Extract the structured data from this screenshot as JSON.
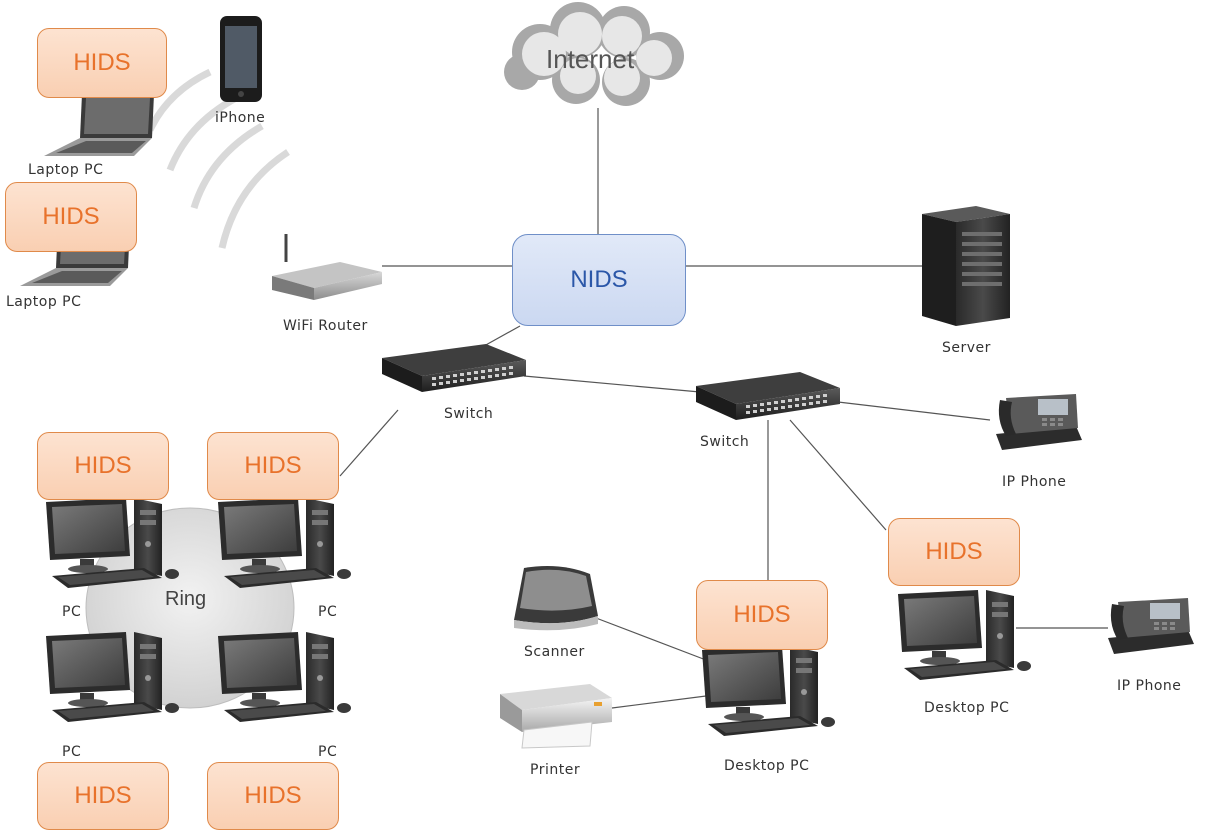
{
  "colors": {
    "hids_text": "#e8722b",
    "hids_border": "#e08a4a",
    "nids_text": "#2b57a8",
    "nids_border": "#6f8fc8",
    "link": "#555555"
  },
  "cloud": {
    "label": "Internet"
  },
  "nids": {
    "label": "NIDS"
  },
  "ring": {
    "label": "Ring"
  },
  "hids": {
    "laptop_top": "HIDS",
    "laptop_bottom": "HIDS",
    "ring_pc_top_left": "HIDS",
    "ring_pc_top_right": "HIDS",
    "ring_pc_bottom_left": "HIDS",
    "ring_pc_bottom_right": "HIDS",
    "desktop_center": "HIDS",
    "desktop_right": "HIDS"
  },
  "labels": {
    "iphone": "iPhone",
    "laptop_top": "Laptop PC",
    "laptop_bottom": "Laptop PC",
    "wifi_router": "WiFi Router",
    "server": "Server",
    "switch_left": "Switch",
    "switch_right": "Switch",
    "ip_phone_top": "IP Phone",
    "ip_phone_right": "IP Phone",
    "pc_top_left": "PC",
    "pc_top_right": "PC",
    "pc_bottom_left": "PC",
    "pc_bottom_right": "PC",
    "scanner": "Scanner",
    "printer": "Printer",
    "desktop_center": "Desktop PC",
    "desktop_right": "Desktop PC"
  }
}
